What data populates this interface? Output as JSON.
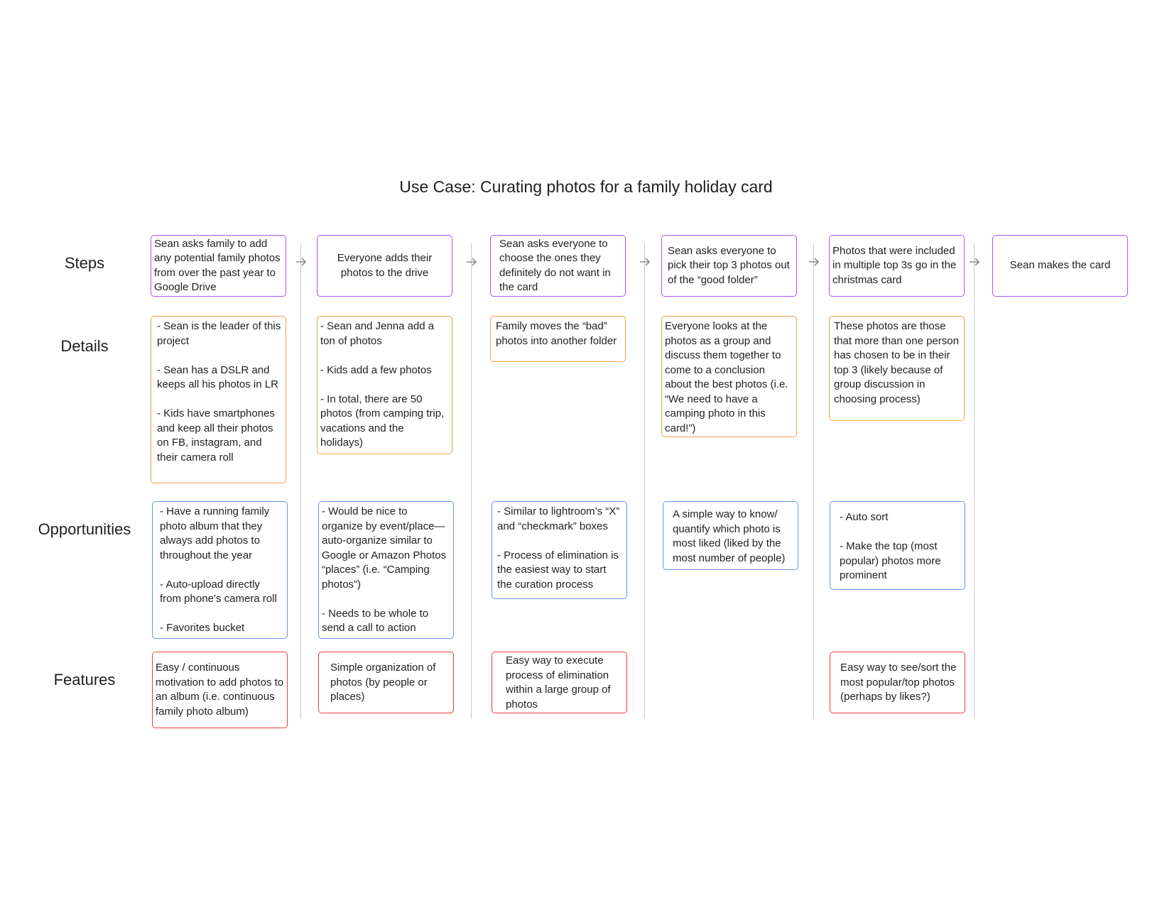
{
  "title": "Use Case: Curating photos for a family holiday card",
  "rows": {
    "steps": "Steps",
    "details": "Details",
    "opportunities": "Opportunities",
    "features": "Features"
  },
  "steps": [
    "Sean asks family to add any potential family photos from over the past year to Google Drive",
    "Everyone adds their photos to the drive",
    "Sean asks everyone to choose the ones they definitely do not want in the card",
    "Sean asks everyone to pick their top 3 photos out of the “good folder”",
    "Photos that were included in multiple top 3s go in the christmas card",
    "Sean makes the card"
  ],
  "details": [
    "- Sean is the leader of this project\n\n- Sean has a DSLR and keeps all his photos in LR\n\n- Kids have smartphones and keep all their photos on FB, instagram, and their camera roll",
    "- Sean and Jenna add a ton of photos\n\n- Kids add a few photos\n\n- In total, there are 50 photos (from camping trip, vacations and the holidays)",
    "Family moves the “bad” photos into another folder",
    "Everyone looks at the photos as a group and discuss them together to come to a conclusion about the best photos (i.e. “We need to have a camping photo in this card!”)",
    "These photos are those that more than one person has chosen to be in their top 3 (likely because of group discussion in choosing process)"
  ],
  "opportunities": [
    "- Have a running family photo album that they always add photos to throughout the year\n\n- Auto-upload directly from phone’s camera roll\n\n- Favorites bucket",
    "- Would be nice to organize by event/place— auto-organize similar to Google or Amazon Photos “places” (i.e. “Camping photos”)\n\n- Needs to be whole to send a call to action",
    "- Similar to lightroom’s “X” and “checkmark” boxes\n\n- Process of elimination is the easiest way to start the curation process",
    "A simple way to know/ quantify which photo is most liked (liked by the most number of people)",
    "- Auto sort\n\n- Make the top (most popular) photos more prominent"
  ],
  "features": [
    "Easy / continuous motivation to add photos to an album (i.e. continuous family photo album)",
    "Simple organization of photos (by people or places)",
    "Easy way to execute process of elimination within a large group of photos",
    "Easy way to see/sort the most popular/top photos (perhaps by likes?)"
  ],
  "colors": {
    "steps": "#a855f7",
    "details": "#f0a04b",
    "opportunities": "#6b8ff5",
    "features": "#ee3b3b"
  }
}
